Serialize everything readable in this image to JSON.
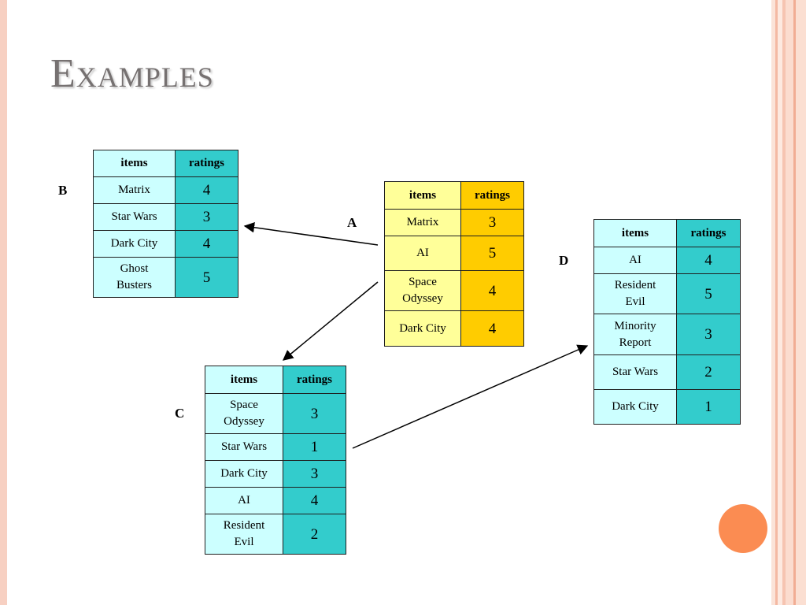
{
  "title": "Examples",
  "tables": {
    "b": {
      "label": "B",
      "header": {
        "items": "items",
        "ratings": "ratings"
      },
      "rows": [
        {
          "item": "Matrix",
          "rating": "4"
        },
        {
          "item": "Star Wars",
          "rating": "3"
        },
        {
          "item": "Dark City",
          "rating": "4"
        },
        {
          "item": "Ghost\nBusters",
          "rating": "5"
        }
      ]
    },
    "a": {
      "label": "A",
      "header": {
        "items": "items",
        "ratings": "ratings"
      },
      "rows": [
        {
          "item": "Matrix",
          "rating": "3"
        },
        {
          "item": "AI",
          "rating": "5"
        },
        {
          "item": "Space\nOdyssey",
          "rating": "4"
        },
        {
          "item": "Dark City",
          "rating": "4"
        }
      ]
    },
    "d": {
      "label": "D",
      "header": {
        "items": "items",
        "ratings": "ratings"
      },
      "rows": [
        {
          "item": "AI",
          "rating": "4"
        },
        {
          "item": "Resident\nEvil",
          "rating": "5"
        },
        {
          "item": "Minority\nReport",
          "rating": "3"
        },
        {
          "item": "Star Wars",
          "rating": "2"
        },
        {
          "item": "Dark City",
          "rating": "1"
        }
      ]
    },
    "c": {
      "label": "C",
      "header": {
        "items": "items",
        "ratings": "ratings"
      },
      "rows": [
        {
          "item": "Space\nOdyssey",
          "rating": "3"
        },
        {
          "item": "Star Wars",
          "rating": "1"
        },
        {
          "item": "Dark City",
          "rating": "3"
        },
        {
          "item": "AI",
          "rating": "4"
        },
        {
          "item": "Resident\nEvil",
          "rating": "2"
        }
      ]
    }
  },
  "colors": {
    "cyan_light": "#ccffff",
    "cyan_dark": "#33cccc",
    "yellow_light": "#ffff99",
    "yellow_dark": "#ffcc00",
    "title": "#767171",
    "accent_orb": "#fb8c52"
  }
}
